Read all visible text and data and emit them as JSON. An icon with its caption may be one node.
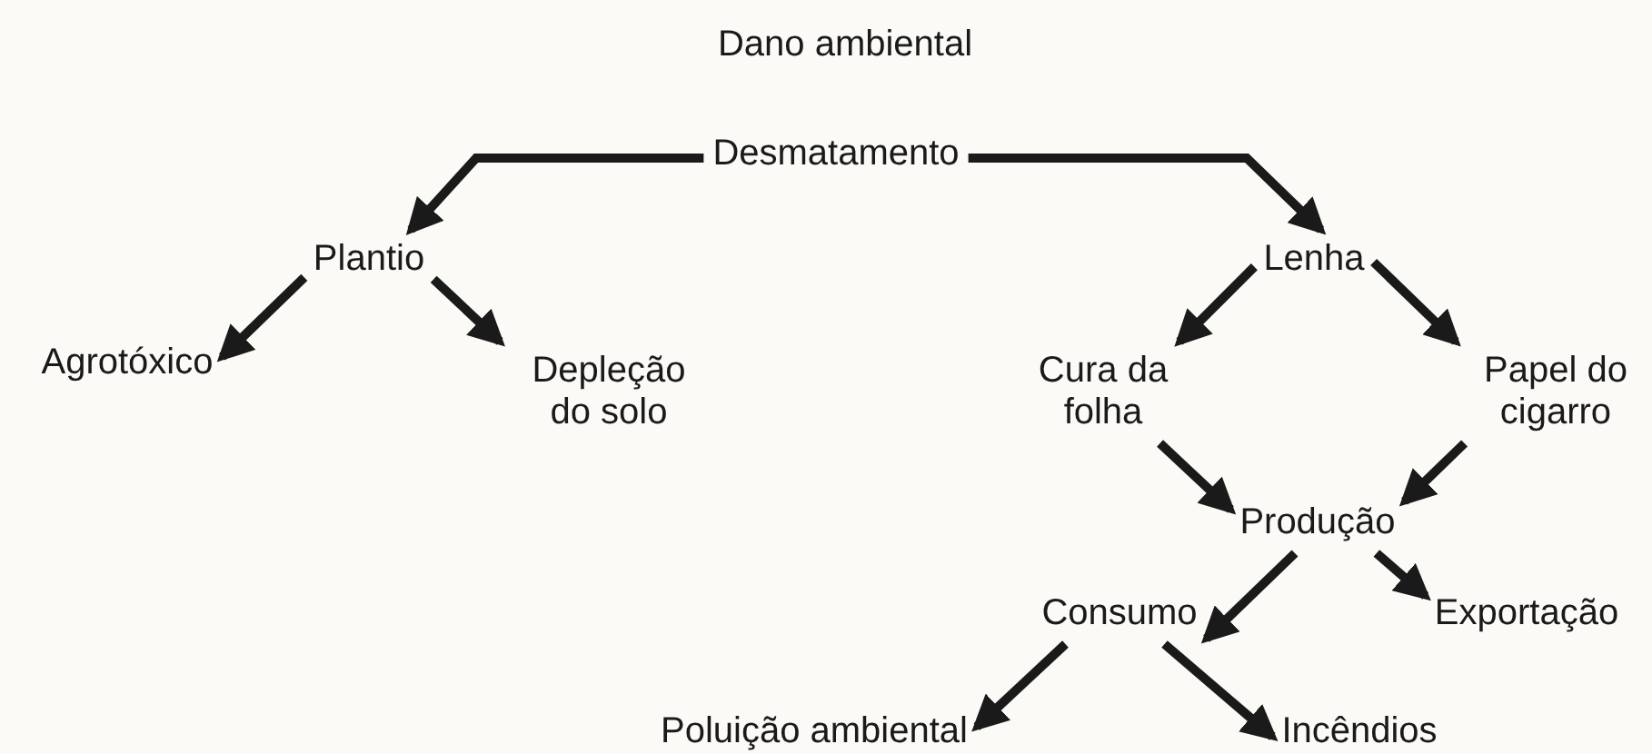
{
  "diagram": {
    "title": "Dano ambiental",
    "nodes": [
      {
        "text": [
          "Desmatamento"
        ]
      },
      {
        "text": [
          "Plantio"
        ]
      },
      {
        "text": [
          "Lenha"
        ]
      },
      {
        "text": [
          "Agrotóxico"
        ]
      },
      {
        "text": [
          "Depleção do solo"
        ]
      },
      {
        "text": [
          "Cura da folha"
        ]
      },
      {
        "text": [
          "Papel do cigarro"
        ]
      },
      {
        "text": [
          "Produção"
        ]
      },
      {
        "text": [
          "Consumo"
        ]
      },
      {
        "text": [
          "Exportação"
        ]
      },
      {
        "text": [
          "Poluição ambiental"
        ]
      },
      {
        "text": [
          "Incêndios"
        ]
      }
    ],
    "edges": [
      {
        "from": 0,
        "to": 1,
        "arrow": "to"
      },
      {
        "from": 0,
        "to": 2,
        "arrow": "to"
      },
      {
        "from": 1,
        "to": 3,
        "arrow": "to"
      },
      {
        "from": 1,
        "to": 4,
        "arrow": "to"
      },
      {
        "from": 2,
        "to": 5,
        "arrow": "to"
      },
      {
        "from": 2,
        "to": 6,
        "arrow": "to"
      },
      {
        "from": 5,
        "to": 7,
        "arrow": "to"
      },
      {
        "from": 6,
        "to": 7,
        "arrow": "to"
      },
      {
        "from": 7,
        "to": 8,
        "arrow": "to"
      },
      {
        "from": 7,
        "to": 9,
        "arrow": "to"
      },
      {
        "from": 8,
        "to": 10,
        "arrow": "to"
      },
      {
        "from": 8,
        "to": 11,
        "arrow": "to"
      }
    ]
  }
}
